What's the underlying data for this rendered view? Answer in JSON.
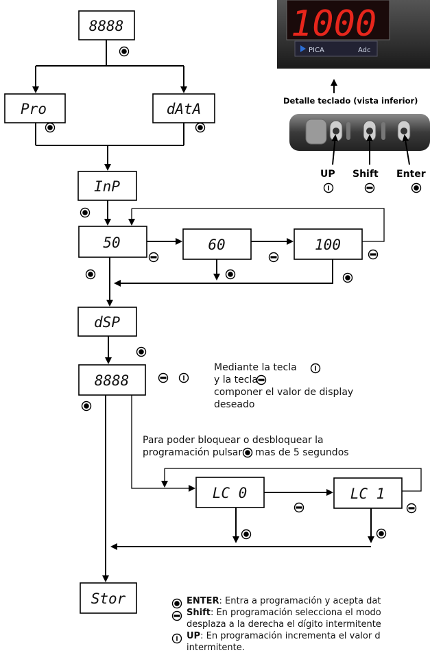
{
  "displays": {
    "top": "8888",
    "pro": "Pro",
    "data": "dAtA",
    "inp": "InP",
    "v50": "50",
    "v60": "60",
    "v100": "100",
    "dsp": "dSP",
    "dsp_value": "8888",
    "lc0": "LC 0",
    "lc1": "LC 1",
    "stor": "Stor"
  },
  "device": {
    "reading": "1000",
    "brand": "PICA",
    "unit": "Adc",
    "caption": "Detalle teclado (vista inferior)",
    "keys": [
      {
        "label": "UP",
        "icon": "up-icon"
      },
      {
        "label": "Shift",
        "icon": "shift-icon"
      },
      {
        "label": "Enter",
        "icon": "enter-icon"
      }
    ]
  },
  "notes": {
    "display_l1": "Mediante la tecla",
    "display_l2": "y la tecla",
    "display_l3": "componer el valor de display",
    "display_l4": "deseado",
    "lock_l1": "Para poder bloquear o desbloquear la",
    "lock_l2_a": "programación pulsar",
    "lock_l2_b": "mas de 5 segundos"
  },
  "legend": {
    "enter_key": "ENTER",
    "enter_text": ": Entra a programación y acepta dat",
    "shift_key": "Shift",
    "shift_text": ": En programación selecciona el modo",
    "shift_text2": "desplaza a la derecha el dígito intermitente",
    "up_key": "UP",
    "up_text": ": En programación incrementa el valor d",
    "up_text2": "intermitente."
  },
  "colors": {
    "led": "#e8261c",
    "device_body": "#2a2a2a",
    "line": "#000000"
  }
}
